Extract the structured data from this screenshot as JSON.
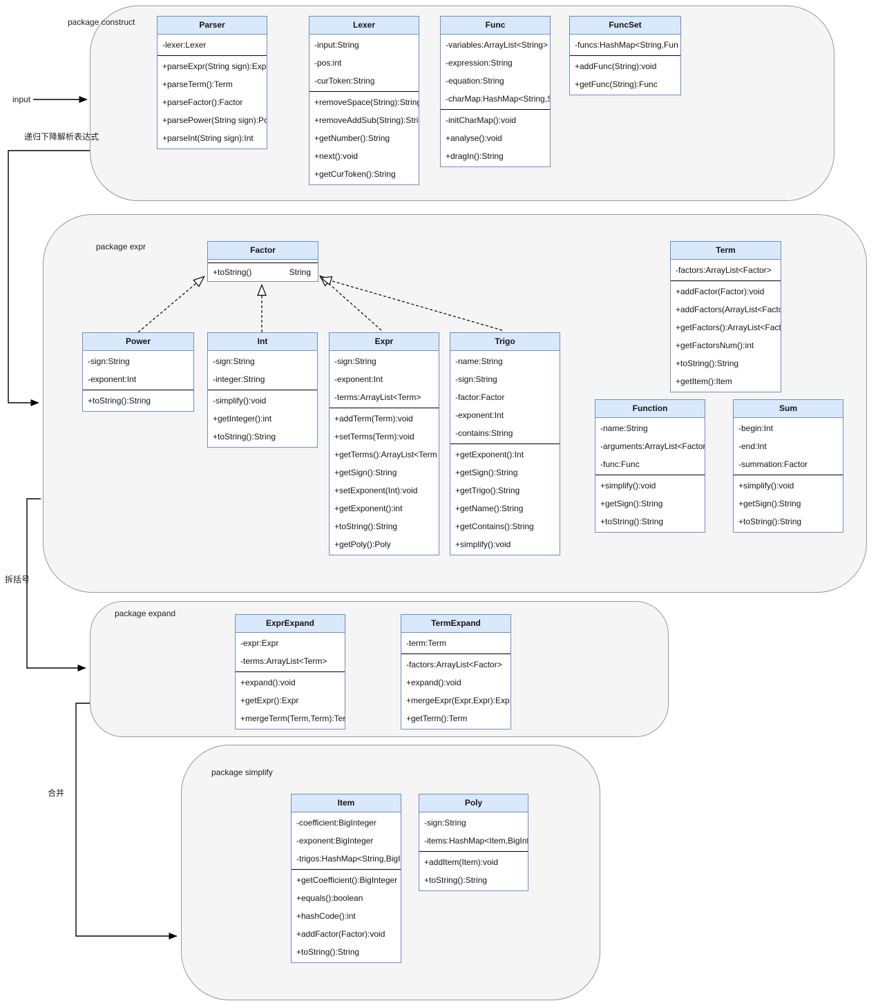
{
  "labels": {
    "input": "input",
    "parse_flow": "递归下降解析表达式",
    "split_flow": "拆括号",
    "merge_flow": "合并"
  },
  "packages": {
    "construct": {
      "label": "package construct"
    },
    "expr": {
      "label": "package expr"
    },
    "expand": {
      "label": "package expand"
    },
    "simplify": {
      "label": "package simplify"
    }
  },
  "colors": {
    "class_header_fill": "#dae8fc",
    "class_border": "#6c8ebf",
    "package_fill": "#f5f5f5",
    "package_border": "#989898",
    "line_color": "#000000"
  },
  "classes": {
    "parser": {
      "name": "Parser",
      "attributes": [
        "-lexer:Lexer"
      ],
      "methods": [
        "+parseExpr(String sign):Exp",
        "+parseTerm():Term",
        "+parseFactor():Factor",
        "+parsePower(String sign):Po",
        "+parseInt(String sign):Int"
      ]
    },
    "lexer": {
      "name": "Lexer",
      "attributes": [
        "-input:String",
        "-pos:int",
        "-curToken:String"
      ],
      "methods": [
        "+removeSpace(String):String",
        "+removeAddSub(String):Stri",
        "+getNumber():String",
        "+next():void",
        "+getCurToken():String"
      ]
    },
    "func": {
      "name": "Func",
      "attributes": [
        "-variables:ArrayList<String>",
        "-expression:String",
        "-equation:String",
        "-charMap:HashMap<String,S"
      ],
      "methods": [
        "-initCharMap():void",
        "+analyse():void",
        "+dragIn():String"
      ]
    },
    "funcset": {
      "name": "FuncSet",
      "attributes": [
        "-funcs:HashMap<String,Fun"
      ],
      "methods": [
        "+addFunc(String):void",
        "+getFunc(String):Func"
      ]
    },
    "factor": {
      "name": "Factor",
      "operation_row": {
        "left": "+toString()",
        "right": "String"
      }
    },
    "term": {
      "name": "Term",
      "attributes": [
        "-factors:ArrayList<Factor>"
      ],
      "methods": [
        "+addFactor(Factor):void",
        "+addFactors(ArrayList<Facto",
        "+getFactors():ArrayList<Fact",
        "+getFactorsNum():int",
        "+toString():String",
        "+getItem():Item"
      ]
    },
    "power": {
      "name": "Power",
      "attributes": [
        "-sign:String",
        "-exponent:Int"
      ],
      "methods": [
        "+toString():String"
      ]
    },
    "int": {
      "name": "Int",
      "attributes": [
        "-sign:String",
        "-integer:String"
      ],
      "methods": [
        "-simplify():void",
        "+getInteger():int",
        "+toString():String"
      ]
    },
    "expr": {
      "name": "Expr",
      "attributes": [
        "-sign:String",
        "-exponent:Int",
        "-terms:ArrayList<Term>"
      ],
      "methods": [
        "+addTerm(Term):void",
        "+setTerms(Term):void",
        "+getTerms():ArrayList<Term",
        "+getSign():String",
        "+setExponent(Int):void",
        "+getExponent():int",
        "+toString():String",
        "+getPoly():Poly"
      ]
    },
    "trigo": {
      "name": "Trigo",
      "attributes": [
        "-name:String",
        "-sign:String",
        "-factor:Factor",
        "-exponent:Int",
        "-contains:String"
      ],
      "methods": [
        "+getExponent():Int",
        "+getSign():String",
        "+getTrigo():String",
        "+getName():String",
        "+getContains():String",
        "+simplify():void"
      ]
    },
    "function": {
      "name": "Function",
      "attributes": [
        "-name:String",
        "-arguments:ArrayList<Factor",
        "-func:Func"
      ],
      "methods": [
        "+simplify():void",
        "+getSign():String",
        "+toString():String"
      ]
    },
    "sum": {
      "name": "Sum",
      "attributes": [
        "-begin:Int",
        "-end:Int",
        "-summation:Factor"
      ],
      "methods": [
        "+simplify():void",
        "+getSign():String",
        "+toString():String"
      ]
    },
    "exprexpand": {
      "name": "ExprExpand",
      "attributes": [
        "-expr:Expr",
        "-terms:ArrayList<Term>"
      ],
      "methods": [
        "+expand():void",
        "+getExpr():Expr",
        "+mergeTerm(Term,Term):Ter"
      ]
    },
    "termexpand": {
      "name": "TermExpand",
      "attributes": [
        "-term:Term"
      ],
      "methods": [
        "-factors:ArrayList<Factor>",
        "+expand():void",
        "+mergeExpr(Expr,Expr):Exp",
        "+getTerm():Term"
      ]
    },
    "item": {
      "name": "Item",
      "attributes": [
        "-coefficient:BigInteger",
        "-exponent:BigInteger",
        "-trigos:HashMap<String,BigI"
      ],
      "methods": [
        "+getCoefficient():BigInteger",
        "+equals():boolean",
        "+hashCode():int",
        "+addFactor(Factor):void",
        "+toString():String"
      ]
    },
    "poly": {
      "name": "Poly",
      "attributes": [
        "-sign:String",
        "-items:HashMap<Item,BigInt"
      ],
      "methods": [
        "+addItem(Item):void",
        "+toString():String"
      ]
    }
  }
}
